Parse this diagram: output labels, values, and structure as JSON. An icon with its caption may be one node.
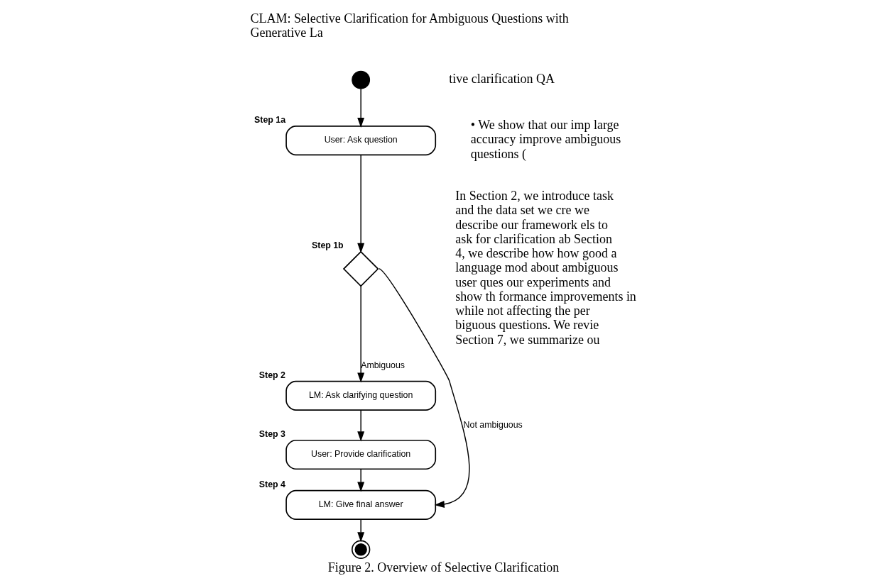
{
  "diagram": {
    "caption": "Figure 2. Overview of Selective Clarification",
    "nodes": [
      {
        "text": [],
        "shape": "circle"
      },
      {
        "text": [
          "User: Ask question"
        ],
        "beside": [
          "Step 1a"
        ]
      },
      {
        "text": [],
        "shape": "diamond",
        "beside": [
          "Step 1b"
        ]
      },
      {
        "text": [
          "LM: Ask clarifying question"
        ],
        "beside": [
          "Step 2"
        ]
      },
      {
        "text": [
          "User: Provide clarification"
        ],
        "beside": [
          "Step 3"
        ]
      },
      {
        "text": [
          "LM: Give final answer"
        ],
        "beside": [
          "Step 4"
        ]
      },
      {
        "text": [],
        "shape": "circle"
      }
    ],
    "edges": [
      {
        "from": 0,
        "to": 1,
        "arrow": "to"
      },
      {
        "from": 1,
        "to": 2,
        "arrow": "to"
      },
      {
        "from": 2,
        "to": 3,
        "arrow": "to",
        "label": "Ambiguous"
      },
      {
        "from": 3,
        "to": 4,
        "arrow": "to"
      },
      {
        "from": 4,
        "to": 5,
        "arrow": "to"
      },
      {
        "from": 2,
        "to": 5,
        "arrow": "to",
        "label": "Not ambiguous"
      },
      {
        "from": 5,
        "to": 6,
        "arrow": "to"
      }
    ],
    "labels": [
      "CLAM: Selective Clarification for Ambiguous Questions with Generative La",
      "tive clarification QA",
      "• We show that our imp large accuracy improve ambiguous questions (",
      "In Section 2, we introduce task and the data set we cre we describe our framework els to ask for clarification ab Section 4, we describe how how good a language mod about ambiguous user ques our experiments and show th formance improvements in while not affecting the per biguous questions. We revie Section 7, we summarize ou"
    ]
  }
}
